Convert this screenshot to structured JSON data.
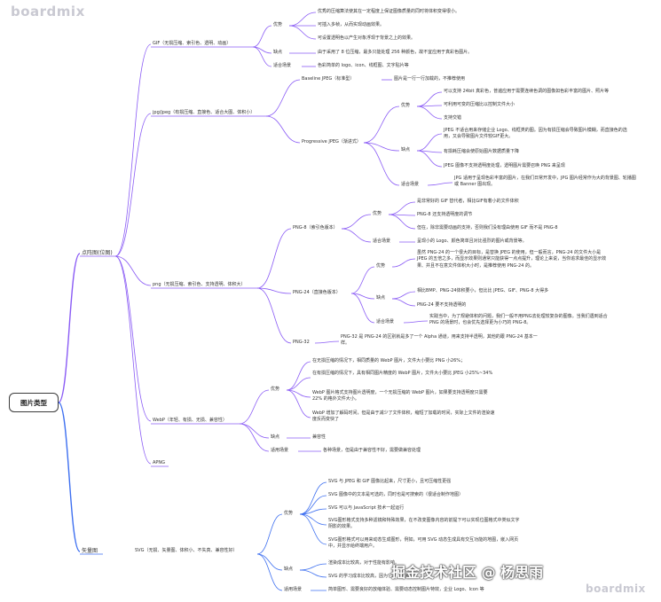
{
  "watermark": "boardmix",
  "footer": "掘金技术社区 @ 杨思雨",
  "colors": {
    "purple": "#8a5bf5",
    "blue": "#3d6ff0"
  },
  "root": "图片类型",
  "bitmap": "点阵图(位图)",
  "vector": "矢量图",
  "gif": {
    "label": "GIF（无损压缩、索引色、透明、动画）",
    "adv": "优势",
    "adv_items": [
      "优秀的压缩算法使其在一定程度上保证图像质量的同时将体积变得很小。",
      "可插入多帧，从而实现动画效果。",
      "可设置透明色以产生对象浮现于背景之上的效果。"
    ],
    "dis": "缺点",
    "dis_item": "由于采用了 8 位压缩，最多只能处理 256 种颜色，故不宜应用于真彩色图片。",
    "use": "适合场景",
    "use_item": "色彩简单的 logo、icon、线框图、文字贴片等"
  },
  "jpg": {
    "label": "jpg/jpeg（有损压缩、直接色、适合大图、体积小）",
    "baseline": "Baseline JPEG（标准型）",
    "baseline_item": "图片是一行一行加载的，不推荐使用",
    "progressive": "Progressive JPEG（渐进式）",
    "adv": "优势",
    "adv_items": [
      "可以支持 24bit 真彩色，普遍应用于需要连续色调的图像如色彩丰富的图片、照片等",
      "可利用可变的压缩比以控制文件大小",
      "支持交错"
    ],
    "dis": "缺点",
    "dis_items": [
      "JPEG 不适合用来存储企业 Logo、线框类的图。因为有损压缩会导致图片模糊，而直接色的选用，又会导致图片文件较GIF更大。",
      "有损耗压缩会使原始图片数据质量下降",
      "JPEG 图像不支持透明度处理，透明图片需要召唤 PNG 来呈现"
    ],
    "use": "适合场景",
    "use_item": "JPG 适用于呈现色彩丰富的图片，在我们日常开发中，JPG 图片经常作为大的背景图、轮播图或 Banner 图出现。"
  },
  "png": {
    "label": "png（无损压缩、索引色、支持透明、体积大）",
    "png8": "PNG-8（索引色版本）",
    "png8_adv": "优势",
    "png8_adv_items": [
      "是非常好的 GIF 替代者，相比GIF有着小的文件体积",
      "PNG-8 还支持透明度的调节",
      "但在，除非需要动画的支持，否则我们没有理由使用 GIF 而不是 PNG-8"
    ],
    "png8_use": "适合场景",
    "png8_use_item": "呈现小的 Logo、颜色简单且对比强烈的图片或背景等。",
    "png24": "PNG-24（直接色版本）",
    "png24_adv": "优势",
    "png24_adv_item": "虽然 PNG-24 的一个很大的目标，是替换 JPEG 的使用，但一般而言，PNG-24 的文件大小是 JPEG 的五倍之多，而显示效果则通常只能获得一点点提升，理论上来说，当你追求最佳的显示效果、并且不在意文件体积大小时，是推荐使用 PNG-24 的。",
    "png24_dis": "缺点",
    "png24_dis_items": [
      "相比BMP、PNG-24体积要小，但比比 JPEG、GIF、PNG-8 大得多",
      "PNG-24 要不支持透明的"
    ],
    "png24_use": "适合场景",
    "png24_use_item": "实践当中，为了规避体积的问题，我们一般不用PNG去处理较复杂的图像。当我们遇到适合 PNG 的场景时，也会优先选择更为小巧的 PNG-8。",
    "png32": "PNG-32",
    "png32_item": "PNG-32 是 PNG-24 的区别就是多了一个 Alpha 通道，用来支持半透明，其他的跟 PNG-24 基本一样。"
  },
  "webp": {
    "label": "WebP（年轻、有损、无损、兼容性）",
    "adv": "优势",
    "adv_items": [
      "在无损压缩的情况下，相同质量的 WebP 图片，文件大小要比 PNG 小26%；",
      "在有损压缩的情况下，具有相同图片精度的 WebP 图片，文件大小要比 JPEG 小25%~34%",
      "WebP 图片格式支持图片透明度，一个无损压缩的 WebP 图片，如果要支持透明度只需要 22% 的格外文件大小。",
      "WebP 增加了解码时间，但是由于减少了文件体积，缩短了加载的时间，实际上文件的渲染速度反而变快了"
    ],
    "dis": "缺点",
    "dis_item": "兼容性",
    "use": "适用场景",
    "use_item": "各种场景，但是由于兼容性不好，需要做兼容处理"
  },
  "apng": "APNG",
  "svg": {
    "label": "SVG（无损、矢量图、体积小、不失真、兼容性好）",
    "adv": "优势",
    "adv_items": [
      "SVG 与 JPEG 和 GIF 图像比起来，尺寸更小，且可压缩性更强",
      "SVG 图像中的文本是可选的，同时也是可搜索的（很适合制作地图）",
      "SVG 可以与 JavaScript 技术一起运行",
      "SVG图形格式支持多种滤镜和特殊效果，在不改变图像内容的前提下可以实现位图格式中类似文字阴影的效果。",
      "SVG图形格式可以用来动态生成图形，例如，可用 SVG 动态生成具有交互功能的地图，嵌入网页中，并显示给终端用户。"
    ],
    "dis": "缺点",
    "dis_items": [
      "渲染成本比较高，对于性能有影响。",
      "SVG 的学习成本比较高，因为它是可编程的。"
    ],
    "use": "适用场景",
    "use_item": "简单图形、需要良好的放缩体验、需要动态控制图片特效，企业 Logo、Icon 等"
  }
}
